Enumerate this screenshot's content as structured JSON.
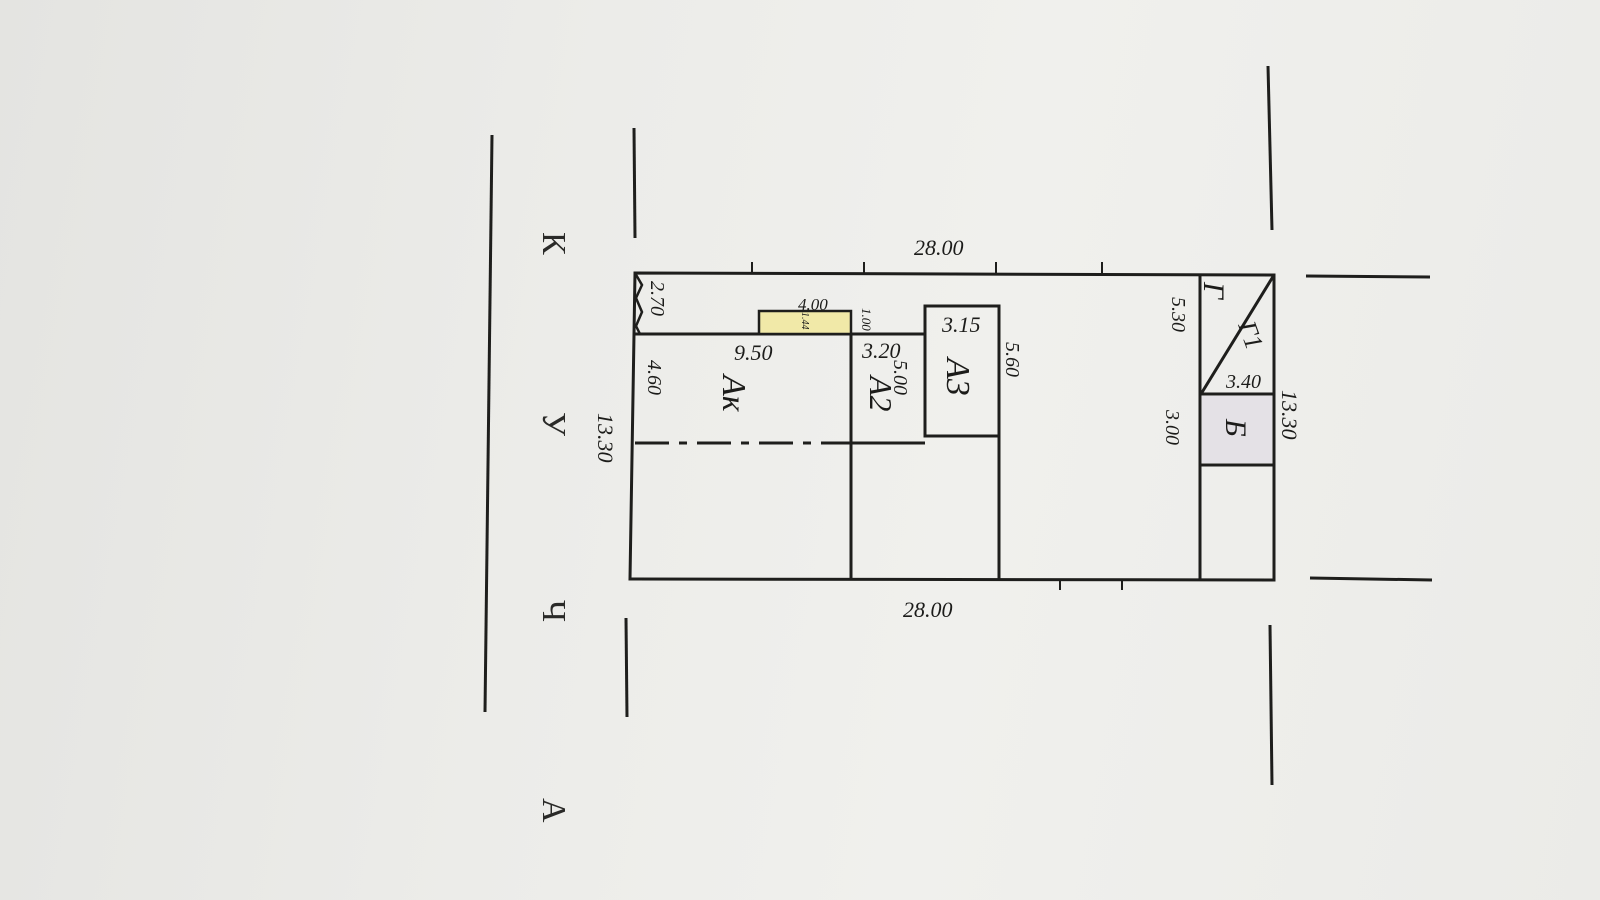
{
  "plan": {
    "street_letters": [
      "К",
      "У",
      "Ч",
      "А"
    ],
    "dimensions": {
      "top_length": "28.00",
      "bottom_length": "28.00",
      "left_width": "13.30",
      "right_width": "13.30",
      "porch_offset": "2.70",
      "ak_width": "4.60",
      "ak_length": "9.50",
      "annex_length": "4.00",
      "annex_small_a": "1.44",
      "annex_small_b": "1.00",
      "a2_length": "3.20",
      "a2_width": "5.00",
      "a3_length": "3.15",
      "a3_width": "5.60",
      "g_width": "5.30",
      "g1_length": "3.40",
      "b_width": "3.00"
    },
    "rooms": {
      "ak": "Ак",
      "a2": "А2",
      "a3": "А3",
      "g": "Г",
      "g1": "Г1",
      "b": "Б"
    }
  },
  "colors": {
    "line": "#1e1e1c",
    "annex_fill": "#f1e9a8",
    "paper": "#ececea"
  }
}
